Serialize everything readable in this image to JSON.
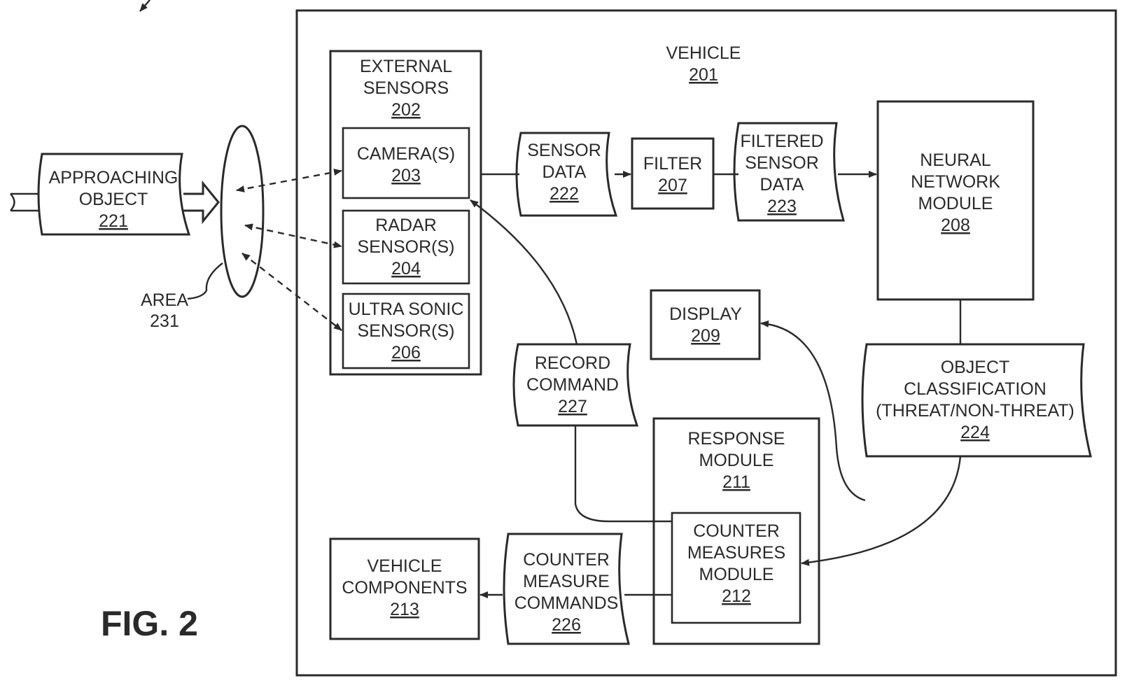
{
  "figure_label": "FIG. 2",
  "vehicle": {
    "name": "VEHICLE",
    "ref": "201"
  },
  "external_sensors": {
    "line1": "EXTERNAL",
    "line2": "SENSORS",
    "ref": "202"
  },
  "camera": {
    "line1": "CAMERA(S)",
    "ref": "203"
  },
  "radar": {
    "line1": "RADAR",
    "line2": "SENSOR(S)",
    "ref": "204"
  },
  "ultrasonic": {
    "line1": "ULTRA SONIC",
    "line2": "SENSOR(S)",
    "ref": "206"
  },
  "filter": {
    "line1": "FILTER",
    "ref": "207"
  },
  "neural_network": {
    "line1": "NEURAL",
    "line2": "NETWORK",
    "line3": "MODULE",
    "ref": "208"
  },
  "display": {
    "line1": "DISPLAY",
    "ref": "209"
  },
  "response_module": {
    "line1": "RESPONSE",
    "line2": "MODULE",
    "ref": "211"
  },
  "counter_measures_module": {
    "line1": "COUNTER",
    "line2": "MEASURES",
    "line3": "MODULE",
    "ref": "212"
  },
  "vehicle_components": {
    "line1": "VEHICLE",
    "line2": "COMPONENTS",
    "ref": "213"
  },
  "approaching_object": {
    "line1": "APPROACHING",
    "line2": "OBJECT",
    "ref": "221"
  },
  "sensor_data": {
    "line1": "SENSOR",
    "line2": "DATA",
    "ref": "222"
  },
  "filtered_sensor_data": {
    "line1": "FILTERED",
    "line2": "SENSOR",
    "line3": "DATA",
    "ref": "223"
  },
  "object_classification": {
    "line1": "OBJECT",
    "line2": "CLASSIFICATION",
    "line3": "(THREAT/NON-THREAT)",
    "ref": "224"
  },
  "counter_measure_commands": {
    "line1": "COUNTER",
    "line2": "MEASURE",
    "line3": "COMMANDS",
    "ref": "226"
  },
  "record_command": {
    "line1": "RECORD",
    "line2": "COMMAND",
    "ref": "227"
  },
  "area": {
    "line1": "AREA",
    "ref": "231"
  }
}
